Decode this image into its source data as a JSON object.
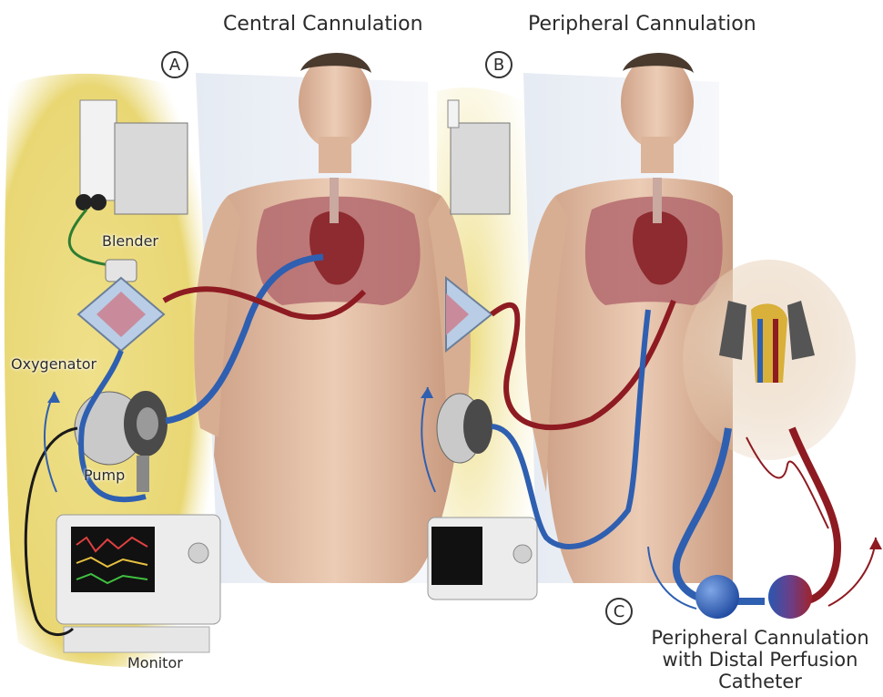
{
  "panels": {
    "a": {
      "marker": "A",
      "title": "Central Cannulation"
    },
    "b": {
      "marker": "B",
      "title": "Peripheral Cannulation"
    },
    "c": {
      "marker": "C",
      "caption_lines": [
        "Peripheral Cannulation",
        "with Distal Perfusion",
        "Catheter"
      ]
    }
  },
  "devices": {
    "blender": "Blender",
    "oxygenator": "Oxygenator",
    "pump": "Pump",
    "monitor": "Monitor"
  },
  "colors": {
    "background_wash": "#e8d878",
    "skin": "#e6c2a8",
    "venous": "#2f5fb0",
    "arterial": "#8e1b22",
    "lung": "#b46a6e",
    "device_body": "#d9d9d9"
  }
}
